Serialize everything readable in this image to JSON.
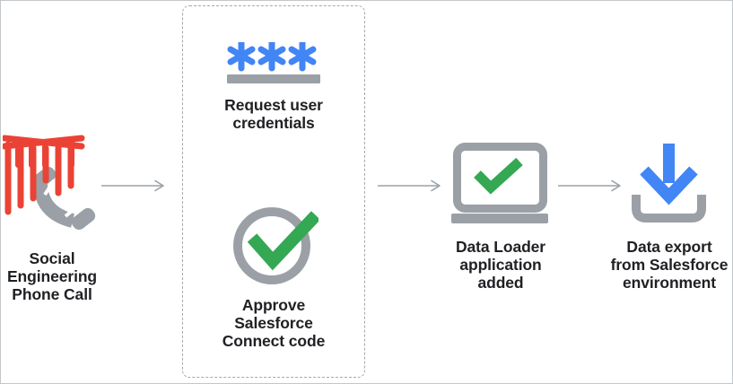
{
  "colors": {
    "red": "#EA4335",
    "blue": "#4285F4",
    "green": "#34A853",
    "gray": "#9AA0A6",
    "arrow": "#9AA0A6",
    "text": "#202124",
    "dashed_border": "#A5A9AD",
    "frame_border": "#C4C7CA",
    "background": "#FFFFFF"
  },
  "flow": {
    "step_phone": {
      "icon": "marionette-phone-icon",
      "label": "Social\nEngineering\nPhone Call"
    },
    "credential_group": {
      "step_request": {
        "icon": "password-asterisks-icon",
        "label": "Request user\ncredentials"
      },
      "step_approve": {
        "icon": "approve-check-icon",
        "label": "Approve\nSalesforce\nConnect code"
      }
    },
    "step_dataloader": {
      "icon": "laptop-check-icon",
      "label": "Data Loader\napplication\nadded"
    },
    "step_export": {
      "icon": "download-tray-icon",
      "label": "Data export\nfrom Salesforce\nenvironment"
    }
  }
}
